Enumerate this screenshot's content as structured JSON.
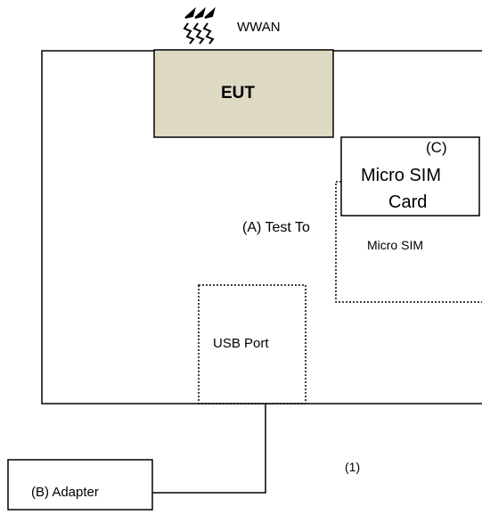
{
  "wwan_label": "WWAN",
  "eut_label": "EUT",
  "sim_card": {
    "id": "(C)",
    "line1": "Micro SIM",
    "line2": "Card"
  },
  "test_tool_label": "(A) Test To",
  "micro_sim_slot_label": "Micro SIM",
  "usb_port_label": "USB Port",
  "cable_label": "(1)",
  "adapter_label": "(B) Adapter",
  "colors": {
    "eut_fill": "#DDD9C3",
    "line": "#000000"
  }
}
